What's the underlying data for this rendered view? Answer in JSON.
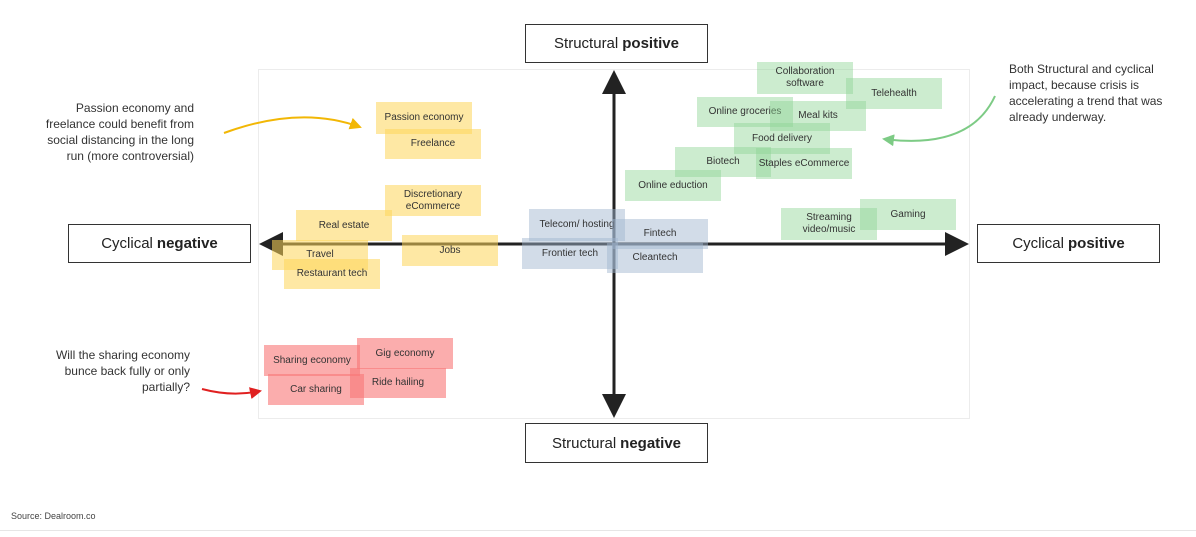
{
  "axes": {
    "top": {
      "prefix": "Structural",
      "bold": "positive"
    },
    "bottom": {
      "prefix": "Structural",
      "bold": "negative"
    },
    "left": {
      "prefix": "Cyclical",
      "bold": "negative"
    },
    "right": {
      "prefix": "Cyclical",
      "bold": "positive"
    }
  },
  "tags": {
    "passion_economy": "Passion economy",
    "freelance": "Freelance",
    "discretionary_ecommerce": "Discretionary eCommerce",
    "real_estate": "Real estate",
    "jobs": "Jobs",
    "travel": "Travel",
    "restaurant_tech": "Restaurant tech",
    "telecom_hosting": "Telecom/ hosting",
    "fintech": "Fintech",
    "frontier_tech": "Frontier tech",
    "cleantech": "Cleantech",
    "collaboration_software": "Collaboration software",
    "telehealth": "Telehealth",
    "online_groceries": "Online groceries",
    "meal_kits": "Meal kits",
    "food_delivery": "Food delivery",
    "biotech": "Biotech",
    "staples_ecommerce": "Staples eCommerce",
    "online_education": "Online eduction",
    "streaming": "Streaming video/music",
    "gaming": "Gaming",
    "sharing_economy": "Sharing economy",
    "gig_economy": "Gig economy",
    "car_sharing": "Car sharing",
    "ride_hailing": "Ride hailing"
  },
  "notes": {
    "passion": "Passion economy and freelance could benefit from social distancing in the long run (more controversial)",
    "both": "Both Structural and cyclical impact, because crisis is accelerating a trend that was already underway.",
    "sharing": "Will the sharing economy bunce back fully or only partially?"
  },
  "colors": {
    "yellow": "#FDD65A",
    "green": "#8ED494",
    "blue": "#A0B6CE",
    "red": "#F87676",
    "yellow_arrow": "#F2B705",
    "green_arrow": "#7DCB85",
    "red_arrow": "#E02020"
  },
  "source": "Source: Dealroom.co"
}
